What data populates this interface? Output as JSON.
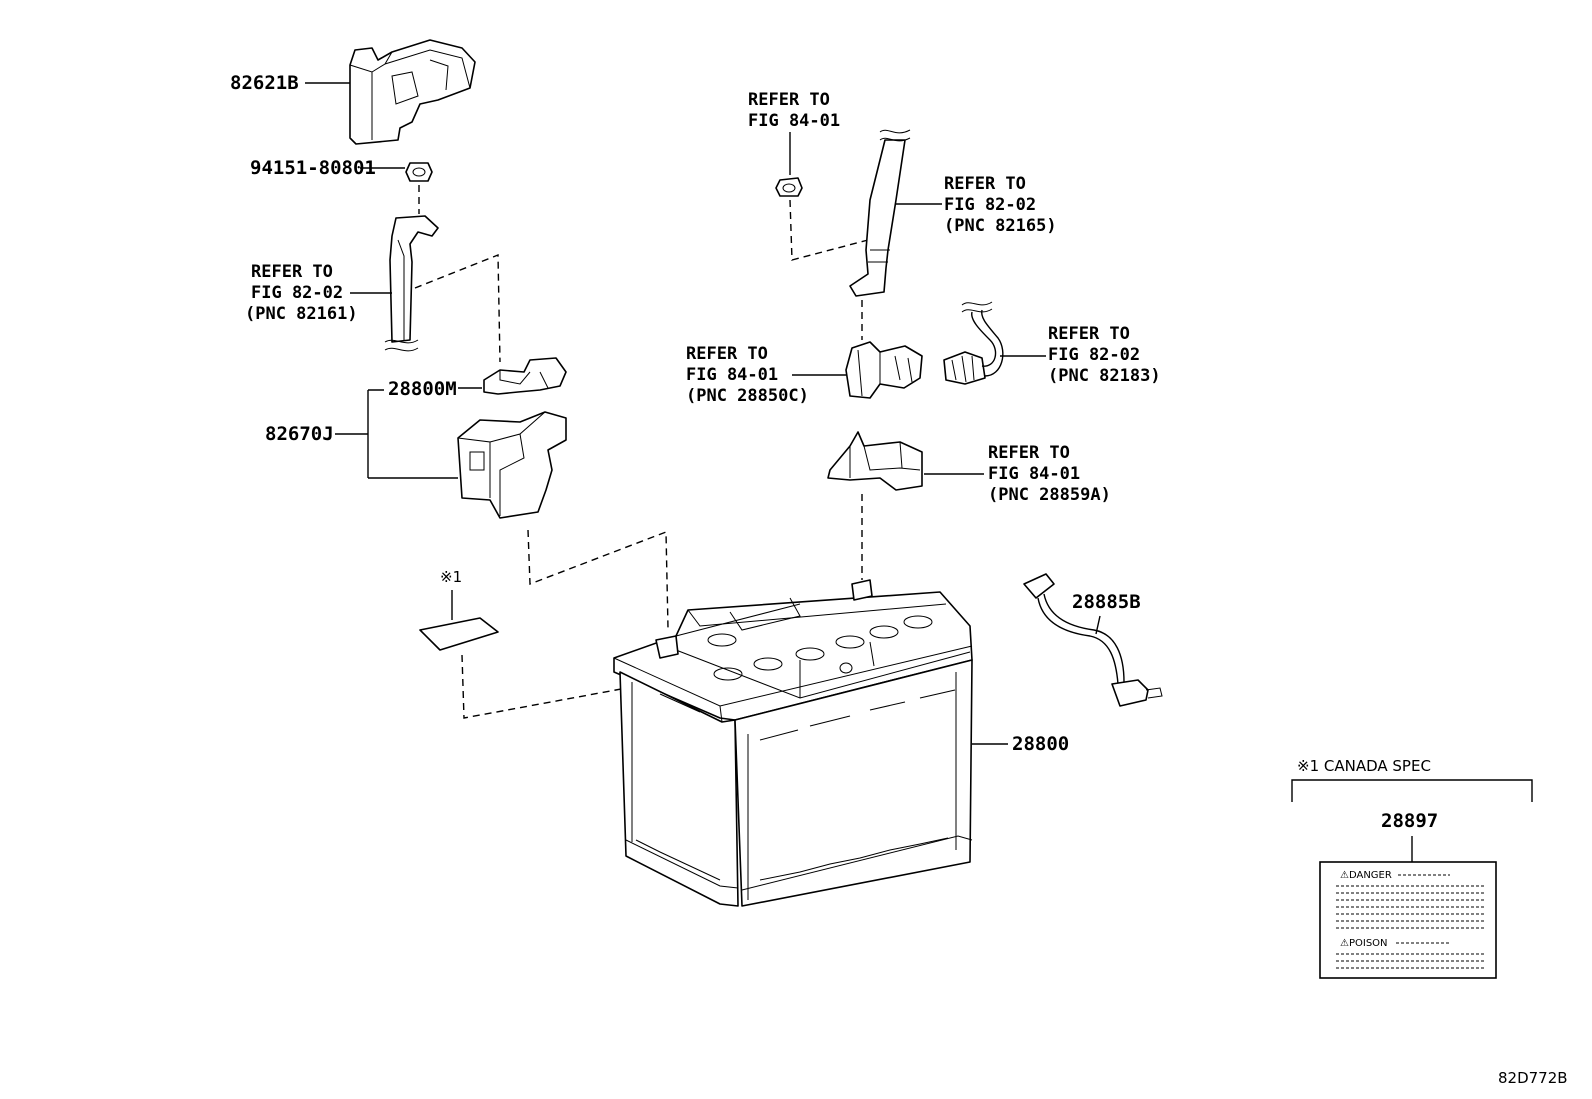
{
  "labels": {
    "p82621b": "82621B",
    "p94151": "94151-80801",
    "refer82161": [
      "REFER TO",
      "FIG 82-02",
      "(PNC 82161)"
    ],
    "p28800m": "28800M",
    "p82670j": "82670J",
    "note1_mark": "※1",
    "refer8401_top": [
      "REFER TO",
      "FIG 84-01"
    ],
    "refer82165": [
      "REFER TO",
      "FIG 82-02",
      "(PNC 82165)"
    ],
    "refer28850c": [
      "REFER TO",
      "FIG 84-01",
      "(PNC 28850C)"
    ],
    "refer82183": [
      "REFER TO",
      "FIG 82-02",
      "(PNC 82183)"
    ],
    "refer28859a": [
      "REFER TO",
      "FIG 84-01",
      "(PNC 28859A)"
    ],
    "p28885b": "28885B",
    "p28800": "28800",
    "canada_spec": "※1 CANADA SPEC",
    "p28897": "28897",
    "label_danger": "⚠DANGER",
    "label_poison": "⚠POISON",
    "figure_code": "82D772B"
  }
}
